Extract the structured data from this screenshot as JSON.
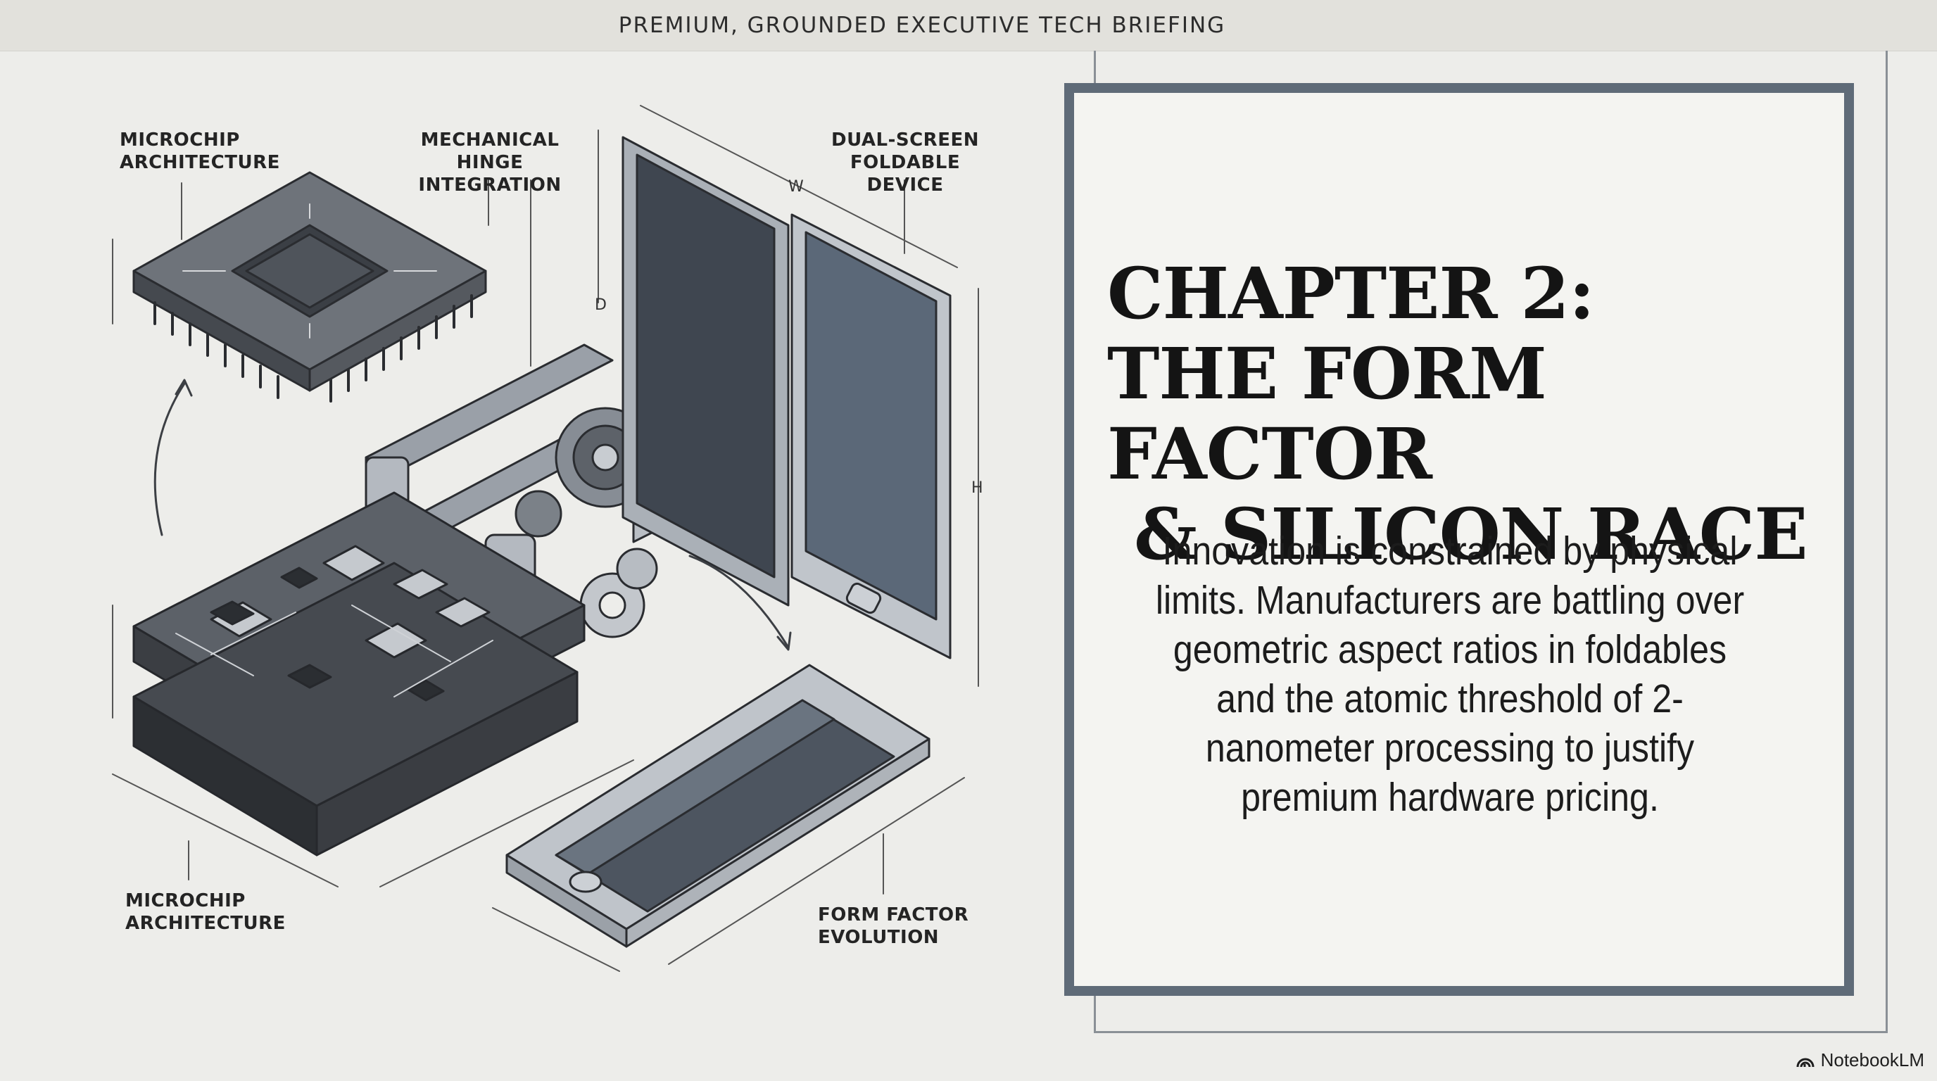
{
  "header": {
    "title": "PREMIUM, GROUNDED EXECUTIVE TECH BRIEFING"
  },
  "illustration": {
    "callouts": {
      "microchip_top": [
        "MICROCHIP",
        "ARCHITECTURE"
      ],
      "hinge": [
        "MECHANICAL",
        "HINGE INTEGRATION"
      ],
      "dual_screen": [
        "DUAL-SCREEN",
        "FOLDABLE DEVICE"
      ],
      "microchip_bottom": [
        "MICROCHIP",
        "ARCHITECTURE"
      ],
      "form_factor": [
        "FORM FACTOR",
        "EVOLUTION"
      ]
    },
    "dimension_marks": {
      "w": "W",
      "d": "D",
      "h": "H"
    }
  },
  "slide": {
    "title_lines": [
      "CHAPTER 2:",
      "THE FORM FACTOR",
      "& SILICON RACE"
    ],
    "body": "Innovation is constrained by physical limits. Manufacturers are battling over geometric aspect ratios in foldables and the atomic threshold of 2-nanometer processing to justify premium hardware pricing."
  },
  "brand": {
    "label": "NotebookLM",
    "icon": "notebooklm-logo-icon"
  },
  "colors": {
    "background": "#ededea",
    "header_bar": "#e2e1dc",
    "frame": "#5f6b78",
    "ink": "#1c1c1c",
    "line_art": "#3a3d42",
    "screen_fill": "#5b6878"
  }
}
